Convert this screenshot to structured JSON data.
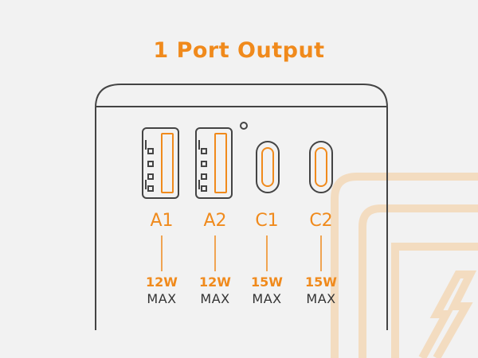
{
  "title": "1 Port Output",
  "colors": {
    "accent": "#f08a1c",
    "outline": "#444444",
    "background": "#f2f2f2",
    "watermark": "#f3dcc0",
    "text_dark": "#333333"
  },
  "ports": [
    {
      "id": "A1",
      "type": "usb-a",
      "watt": "12W",
      "max": "MAX"
    },
    {
      "id": "A2",
      "type": "usb-a",
      "watt": "12W",
      "max": "MAX"
    },
    {
      "id": "C1",
      "type": "usb-c",
      "watt": "15W",
      "max": "MAX"
    },
    {
      "id": "C2",
      "type": "usb-c",
      "watt": "15W",
      "max": "MAX"
    }
  ],
  "icons": {
    "indicator": "led-indicator-icon",
    "watermark": "power-bank-bolt-icon"
  }
}
